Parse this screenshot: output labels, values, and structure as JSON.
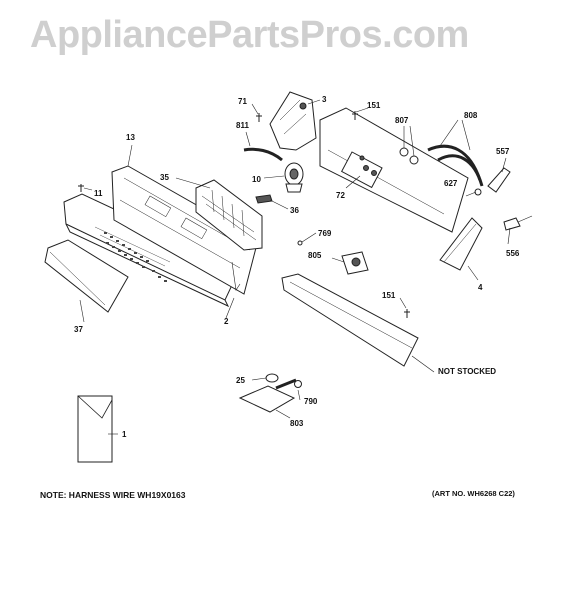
{
  "watermark": "AppliancePartsPros.com",
  "note": "NOTE: HARNESS WIRE WH19X0163",
  "art_number": "(ART NO. WH6268 C22)",
  "not_stocked": "NOT STOCKED",
  "parts": {
    "p1": "1",
    "p2": "2",
    "p3": "3",
    "p4": "4",
    "p10": "10",
    "p11": "11",
    "p13": "13",
    "p25": "25",
    "p35": "35",
    "p36": "36",
    "p37": "37",
    "p71": "71",
    "p72": "72",
    "p151a": "151",
    "p151b": "151",
    "p556": "556",
    "p557": "557",
    "p627": "627",
    "p769": "769",
    "p790": "790",
    "p803": "803",
    "p805": "805",
    "p807": "807",
    "p808": "808",
    "p811": "811"
  }
}
